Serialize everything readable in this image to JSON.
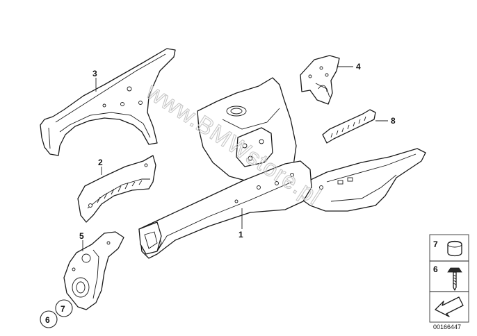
{
  "watermark": "www.BMWstore.pl",
  "catalog_number": "00166447",
  "callouts": [
    {
      "id": "1",
      "label": "1"
    },
    {
      "id": "2",
      "label": "2"
    },
    {
      "id": "3",
      "label": "3"
    },
    {
      "id": "4",
      "label": "4"
    },
    {
      "id": "5",
      "label": "5"
    },
    {
      "id": "8",
      "label": "8"
    }
  ],
  "circled_callouts": [
    {
      "id": "6",
      "label": "6"
    },
    {
      "id": "7",
      "label": "7"
    }
  ],
  "legend": [
    {
      "id": "7",
      "label": "7",
      "icon": "rubber-plug-icon"
    },
    {
      "id": "6",
      "label": "6",
      "icon": "screw-icon"
    },
    {
      "id": "arrow",
      "label": "",
      "icon": "direction-arrow-icon"
    }
  ],
  "colors": {
    "line": "#1a1a1a",
    "watermark": "#c7c7c7"
  }
}
